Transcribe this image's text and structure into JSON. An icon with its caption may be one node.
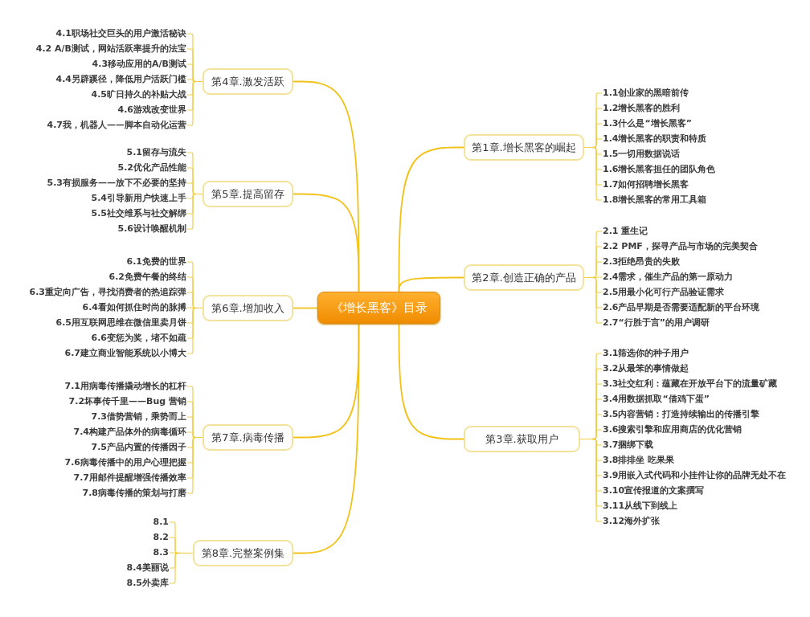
{
  "diagram": {
    "nodes": [
      {
        "text": [
          "《增长黑客》目录"
        ]
      },
      {
        "text": [
          "第1章.增长黑客的崛起"
        ]
      },
      {
        "text": [
          "1.1创业家的黑暗前传"
        ]
      },
      {
        "text": [
          "1.2增长黑客的胜利"
        ]
      },
      {
        "text": [
          "1.3什么是“增长黑客”"
        ]
      },
      {
        "text": [
          "1.4增长黑客的职责和特质"
        ]
      },
      {
        "text": [
          "1.5一切用数据说话"
        ]
      },
      {
        "text": [
          "1.6增长黑客担任的团队角色"
        ]
      },
      {
        "text": [
          "1.7如何招聘增长黑客"
        ]
      },
      {
        "text": [
          "1.8增长黑客的常用工具箱"
        ]
      },
      {
        "text": [
          "第2章.创造正确的产品"
        ]
      },
      {
        "text": [
          "2.1 重生记"
        ]
      },
      {
        "text": [
          "2.2 PMF，探寻产品与市场的完美契合"
        ]
      },
      {
        "text": [
          "2.3拒绝昂贵的失败"
        ]
      },
      {
        "text": [
          "2.4需求，催生产品的第一原动力"
        ]
      },
      {
        "text": [
          "2.5用最小化可行产品验证需求"
        ]
      },
      {
        "text": [
          "2.6产品早期是否需要适配新的平台环境"
        ]
      },
      {
        "text": [
          "2.7“行胜于言”的用户调研"
        ]
      },
      {
        "text": [
          "第3章.获取用户"
        ]
      },
      {
        "text": [
          "3.1筛选你的种子用户"
        ]
      },
      {
        "text": [
          "3.2从最笨的事情做起"
        ]
      },
      {
        "text": [
          "3.3社交红利：蕴藏在开放平台下的流量矿藏"
        ]
      },
      {
        "text": [
          "3.4用数据抓取“借鸡下蛋”"
        ]
      },
      {
        "text": [
          "3.5内容营销：打造持续输出的传播引擎"
        ]
      },
      {
        "text": [
          "3.6搜索引擎和应用商店的优化营销"
        ]
      },
      {
        "text": [
          "3.7捆绑下载"
        ]
      },
      {
        "text": [
          "3.8排排坐 吃果果"
        ]
      },
      {
        "text": [
          "3.9用嵌入式代码和小挂件让你的品牌无处不在"
        ]
      },
      {
        "text": [
          "3.10宣传报道的文案撰写"
        ]
      },
      {
        "text": [
          "3.11从线下到线上"
        ]
      },
      {
        "text": [
          "3.12海外扩张"
        ]
      },
      {
        "text": [
          "第4章.激发活跃"
        ]
      },
      {
        "text": [
          "4.1职场社交巨头的用户激活秘诀"
        ]
      },
      {
        "text": [
          "4.2 A/B测试，网站活跃率提升的法宝"
        ]
      },
      {
        "text": [
          "4.3移动应用的A/B测试"
        ]
      },
      {
        "text": [
          "4.4另辟蹊径，降低用户活跃门槛"
        ]
      },
      {
        "text": [
          "4.5旷日持久的补贴大战"
        ]
      },
      {
        "text": [
          "4.6游戏改变世界"
        ]
      },
      {
        "text": [
          "4.7我，机器人——脚本自动化运营"
        ]
      },
      {
        "text": [
          "第5章.提高留存"
        ]
      },
      {
        "text": [
          "5.1留存与流失"
        ]
      },
      {
        "text": [
          "5.2优化产品性能"
        ]
      },
      {
        "text": [
          "5.3有损服务——放下不必要的坚持"
        ]
      },
      {
        "text": [
          "5.4引导新用户快速上手"
        ]
      },
      {
        "text": [
          "5.5社交维系与社交解绑"
        ]
      },
      {
        "text": [
          "5.6设计唤醒机制"
        ]
      },
      {
        "text": [
          "第6章.增加收入"
        ]
      },
      {
        "text": [
          "6.1免费的世界"
        ]
      },
      {
        "text": [
          "6.2免费午餐的终结"
        ]
      },
      {
        "text": [
          "6.3重定向广告，寻找消费者的热追踪弹"
        ]
      },
      {
        "text": [
          "6.4看如何抓住时尚的脉搏"
        ]
      },
      {
        "text": [
          "6.5用互联网思维在微信里卖月饼"
        ]
      },
      {
        "text": [
          "6.6变惩为奖，堵不如疏"
        ]
      },
      {
        "text": [
          "6.7建立商业智能系统以小博大"
        ]
      },
      {
        "text": [
          "第7章.病毒传播"
        ]
      },
      {
        "text": [
          "7.1用病毒传播撬动增长的杠杆"
        ]
      },
      {
        "text": [
          "7.2坏事传千里——Bug 营销"
        ]
      },
      {
        "text": [
          "7.3借势营销，乘势而上"
        ]
      },
      {
        "text": [
          "7.4构建产品体外的病毒循环"
        ]
      },
      {
        "text": [
          "7.5产品内置的传播因子"
        ]
      },
      {
        "text": [
          "7.6病毒传播中的用户心理把握"
        ]
      },
      {
        "text": [
          "7.7用邮件提醒增强传播效率"
        ]
      },
      {
        "text": [
          "7.8病毒传播的策划与打磨"
        ]
      },
      {
        "text": [
          "第8章.完整案例集"
        ]
      },
      {
        "text": [
          "8.1"
        ]
      },
      {
        "text": [
          "8.2"
        ]
      },
      {
        "text": [
          "8.3"
        ]
      },
      {
        "text": [
          "8.4美丽说"
        ]
      },
      {
        "text": [
          "8.5外卖库"
        ]
      }
    ],
    "edges": [
      {
        "from": 0,
        "to": 1,
        "arrow": "none"
      },
      {
        "from": 0,
        "to": 10,
        "arrow": "none"
      },
      {
        "from": 0,
        "to": 18,
        "arrow": "none"
      },
      {
        "from": 0,
        "to": 31,
        "arrow": "none"
      },
      {
        "from": 0,
        "to": 39,
        "arrow": "none"
      },
      {
        "from": 0,
        "to": 46,
        "arrow": "none"
      },
      {
        "from": 0,
        "to": 54,
        "arrow": "none"
      },
      {
        "from": 0,
        "to": 63,
        "arrow": "none"
      },
      {
        "from": 1,
        "to": 2,
        "arrow": "none"
      },
      {
        "from": 1,
        "to": 3,
        "arrow": "none"
      },
      {
        "from": 1,
        "to": 4,
        "arrow": "none"
      },
      {
        "from": 1,
        "to": 5,
        "arrow": "none"
      },
      {
        "from": 1,
        "to": 6,
        "arrow": "none"
      },
      {
        "from": 1,
        "to": 7,
        "arrow": "none"
      },
      {
        "from": 1,
        "to": 8,
        "arrow": "none"
      },
      {
        "from": 1,
        "to": 9,
        "arrow": "none"
      },
      {
        "from": 10,
        "to": 11,
        "arrow": "none"
      },
      {
        "from": 10,
        "to": 12,
        "arrow": "none"
      },
      {
        "from": 10,
        "to": 13,
        "arrow": "none"
      },
      {
        "from": 10,
        "to": 14,
        "arrow": "none"
      },
      {
        "from": 10,
        "to": 15,
        "arrow": "none"
      },
      {
        "from": 10,
        "to": 16,
        "arrow": "none"
      },
      {
        "from": 10,
        "to": 17,
        "arrow": "none"
      },
      {
        "from": 18,
        "to": 19,
        "arrow": "none"
      },
      {
        "from": 18,
        "to": 20,
        "arrow": "none"
      },
      {
        "from": 18,
        "to": 21,
        "arrow": "none"
      },
      {
        "from": 18,
        "to": 22,
        "arrow": "none"
      },
      {
        "from": 18,
        "to": 23,
        "arrow": "none"
      },
      {
        "from": 18,
        "to": 24,
        "arrow": "none"
      },
      {
        "from": 18,
        "to": 25,
        "arrow": "none"
      },
      {
        "from": 18,
        "to": 26,
        "arrow": "none"
      },
      {
        "from": 18,
        "to": 27,
        "arrow": "none"
      },
      {
        "from": 18,
        "to": 28,
        "arrow": "none"
      },
      {
        "from": 18,
        "to": 29,
        "arrow": "none"
      },
      {
        "from": 18,
        "to": 30,
        "arrow": "none"
      },
      {
        "from": 31,
        "to": 32,
        "arrow": "none"
      },
      {
        "from": 31,
        "to": 33,
        "arrow": "none"
      },
      {
        "from": 31,
        "to": 34,
        "arrow": "none"
      },
      {
        "from": 31,
        "to": 35,
        "arrow": "none"
      },
      {
        "from": 31,
        "to": 36,
        "arrow": "none"
      },
      {
        "from": 31,
        "to": 37,
        "arrow": "none"
      },
      {
        "from": 31,
        "to": 38,
        "arrow": "none"
      },
      {
        "from": 39,
        "to": 40,
        "arrow": "none"
      },
      {
        "from": 39,
        "to": 41,
        "arrow": "none"
      },
      {
        "from": 39,
        "to": 42,
        "arrow": "none"
      },
      {
        "from": 39,
        "to": 43,
        "arrow": "none"
      },
      {
        "from": 39,
        "to": 44,
        "arrow": "none"
      },
      {
        "from": 39,
        "to": 45,
        "arrow": "none"
      },
      {
        "from": 46,
        "to": 47,
        "arrow": "none"
      },
      {
        "from": 46,
        "to": 48,
        "arrow": "none"
      },
      {
        "from": 46,
        "to": 49,
        "arrow": "none"
      },
      {
        "from": 46,
        "to": 50,
        "arrow": "none"
      },
      {
        "from": 46,
        "to": 51,
        "arrow": "none"
      },
      {
        "from": 46,
        "to": 52,
        "arrow": "none"
      },
      {
        "from": 46,
        "to": 53,
        "arrow": "none"
      },
      {
        "from": 54,
        "to": 55,
        "arrow": "none"
      },
      {
        "from": 54,
        "to": 56,
        "arrow": "none"
      },
      {
        "from": 54,
        "to": 57,
        "arrow": "none"
      },
      {
        "from": 54,
        "to": 58,
        "arrow": "none"
      },
      {
        "from": 54,
        "to": 59,
        "arrow": "none"
      },
      {
        "from": 54,
        "to": 60,
        "arrow": "none"
      },
      {
        "from": 54,
        "to": 61,
        "arrow": "none"
      },
      {
        "from": 54,
        "to": 62,
        "arrow": "none"
      },
      {
        "from": 63,
        "to": 64,
        "arrow": "none"
      },
      {
        "from": 63,
        "to": 65,
        "arrow": "none"
      },
      {
        "from": 63,
        "to": 66,
        "arrow": "none"
      },
      {
        "from": 63,
        "to": 67,
        "arrow": "none"
      },
      {
        "from": 63,
        "to": 68,
        "arrow": "none"
      }
    ]
  }
}
